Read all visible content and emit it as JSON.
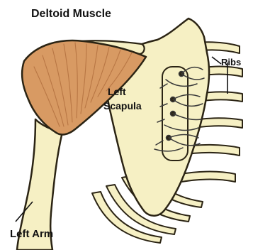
{
  "labels": {
    "deltoid": "Deltoid Muscle",
    "scapula_line1": "Left",
    "scapula_line2": "Scapula",
    "ribs": "Ribs",
    "arm": "Left Arm"
  },
  "colors": {
    "bone": "#f6f0c4",
    "bone_outline": "#2b2414",
    "muscle": "#d89a63",
    "muscle_fiber": "#b87644",
    "suture": "#3a3a3a",
    "background": "#ffffff"
  }
}
